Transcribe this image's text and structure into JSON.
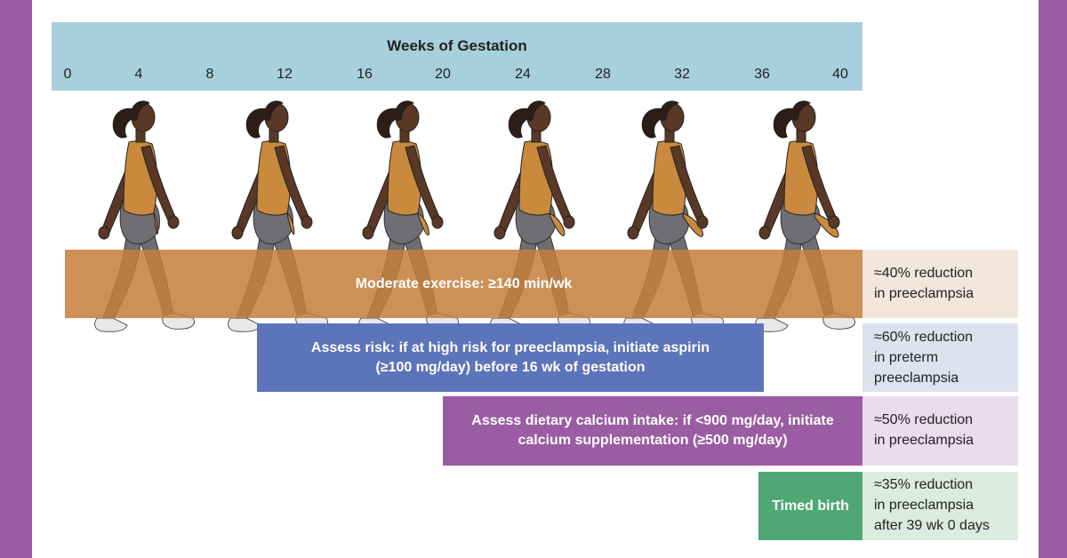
{
  "header": {
    "title": "Weeks of Gestation",
    "ticks": [
      "0",
      "4",
      "8",
      "12",
      "16",
      "20",
      "24",
      "28",
      "32",
      "36",
      "40"
    ]
  },
  "interventions": {
    "exercise": "Moderate exercise: ≥140 min/wk",
    "aspirin_line1": "Assess risk: if at high risk for preeclampsia, initiate aspirin",
    "aspirin_line2": "(≥100 mg/day) before 16 wk of gestation",
    "calcium_line1": "Assess dietary calcium intake: if <900 mg/day, initiate",
    "calcium_line2": "calcium supplementation (≥500 mg/day)",
    "birth": "Timed birth"
  },
  "outcomes": {
    "exercise": [
      "≈40% reduction",
      "in preeclampsia"
    ],
    "aspirin": [
      "≈60% reduction",
      "in preterm",
      "preeclampsia"
    ],
    "calcium": [
      "≈50% reduction",
      "in preeclampsia"
    ],
    "birth": [
      "≈35% reduction",
      "in preeclampsia",
      "after 39 wk 0 days"
    ]
  },
  "figures": {
    "count": 6,
    "icon": "walking-pregnant-woman-icon",
    "belly_levels": [
      0.0,
      0.15,
      0.35,
      0.55,
      0.8,
      1.0
    ]
  },
  "colors": {
    "frame": "#9a5ca3",
    "header": "#a7cfdc",
    "exercise": "#c57f3c",
    "aspirin": "#5c74b9",
    "calcium": "#9a5ca3",
    "birth": "#4fa774",
    "skin": "#5a3826",
    "hair": "#2b1d17",
    "shirt": "#c98a3e",
    "pants": "#6e6e73",
    "shoes": "#e8e8ea"
  }
}
